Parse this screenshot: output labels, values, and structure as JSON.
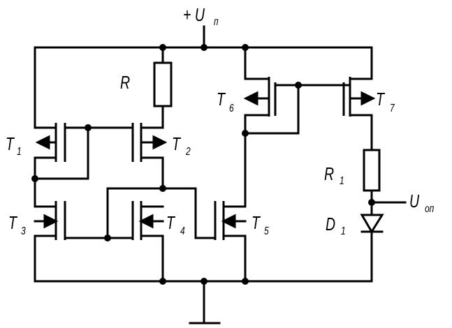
{
  "supply": {
    "plus": "+",
    "U": "U",
    "sub": "п"
  },
  "output": {
    "U": "U",
    "sub": "оп"
  },
  "components": {
    "R": {
      "name": "R"
    },
    "R1": {
      "name": "R",
      "sub": "1"
    },
    "D1": {
      "name": "D",
      "sub": "1"
    },
    "T1": {
      "name": "T",
      "sub": "1"
    },
    "T2": {
      "name": "T",
      "sub": "2"
    },
    "T3": {
      "name": "T",
      "sub": "3"
    },
    "T4": {
      "name": "T",
      "sub": "4"
    },
    "T5": {
      "name": "T",
      "sub": "5"
    },
    "T6": {
      "name": "T",
      "sub": "6"
    },
    "T7": {
      "name": "T",
      "sub": "7"
    }
  }
}
